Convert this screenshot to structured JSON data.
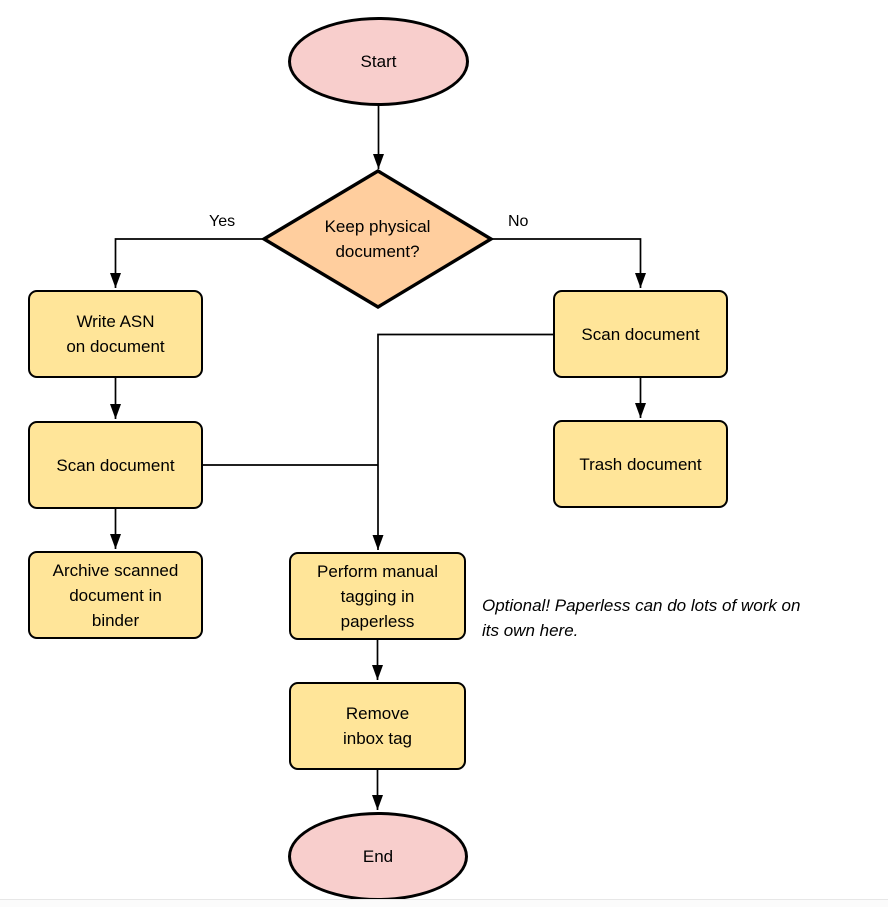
{
  "diagram": {
    "type": "flowchart",
    "nodes": {
      "start": {
        "label": "Start",
        "shape": "ellipse"
      },
      "decision": {
        "label": "Keep physical\ndocument?",
        "shape": "diamond"
      },
      "write_asn": {
        "label": "Write ASN\non document",
        "shape": "process"
      },
      "scan_left": {
        "label": "Scan document",
        "shape": "process"
      },
      "archive": {
        "label": "Archive scanned\ndocument in\nbinder",
        "shape": "process"
      },
      "scan_right": {
        "label": "Scan document",
        "shape": "process"
      },
      "trash": {
        "label": "Trash document",
        "shape": "process"
      },
      "tagging": {
        "label": "Perform manual\ntagging in\npaperless",
        "shape": "process"
      },
      "remove_inbox": {
        "label": "Remove\ninbox tag",
        "shape": "process"
      },
      "end": {
        "label": "End",
        "shape": "ellipse"
      }
    },
    "edge_labels": {
      "yes": "Yes",
      "no": "No"
    },
    "annotation": "Optional! Paperless can do lots of work on\nits own here.",
    "colors": {
      "process_fill": "#ffe599",
      "terminal_fill": "#f8cecc",
      "decision_fill": "#ffce9e",
      "stroke": "#000000"
    }
  }
}
